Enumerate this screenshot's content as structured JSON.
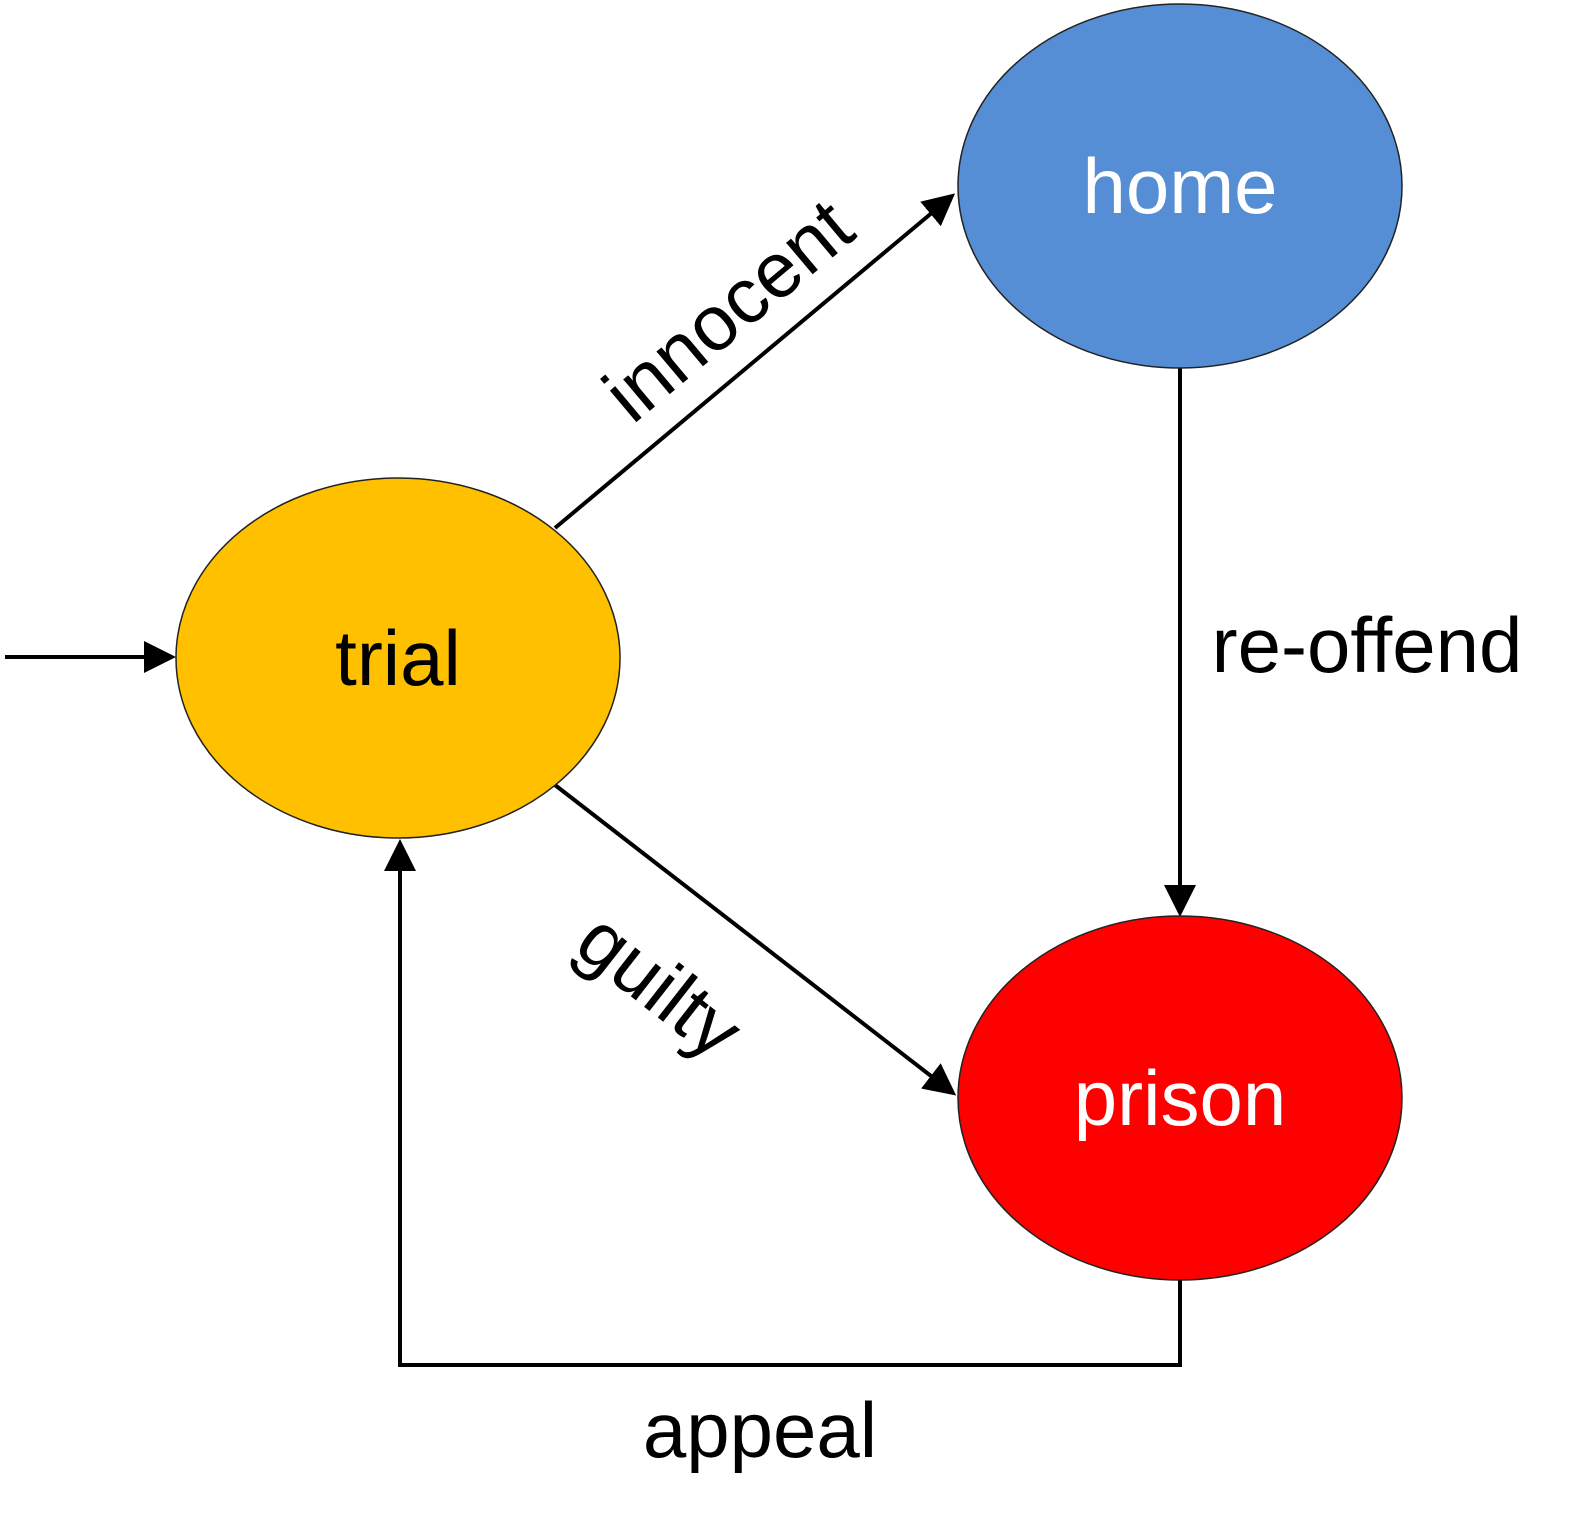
{
  "nodes": {
    "trial": {
      "label": "trial",
      "fill": "#FFC000",
      "text_color": "#000000"
    },
    "home": {
      "label": "home",
      "fill": "#558ED5",
      "text_color": "#FFFFFF"
    },
    "prison": {
      "label": "prison",
      "fill": "#FF0000",
      "text_color": "#FFFFFF"
    }
  },
  "edges": {
    "start": {
      "label": "",
      "from": "",
      "to": "trial"
    },
    "innocent": {
      "label": "innocent",
      "from": "trial",
      "to": "home"
    },
    "guilty": {
      "label": "guilty",
      "from": "trial",
      "to": "prison"
    },
    "reoffend": {
      "label": "re-offend",
      "from": "home",
      "to": "prison"
    },
    "appeal": {
      "label": "appeal",
      "from": "prison",
      "to": "trial"
    }
  },
  "colors": {
    "edge": "#000000",
    "background": "#FFFFFF"
  }
}
